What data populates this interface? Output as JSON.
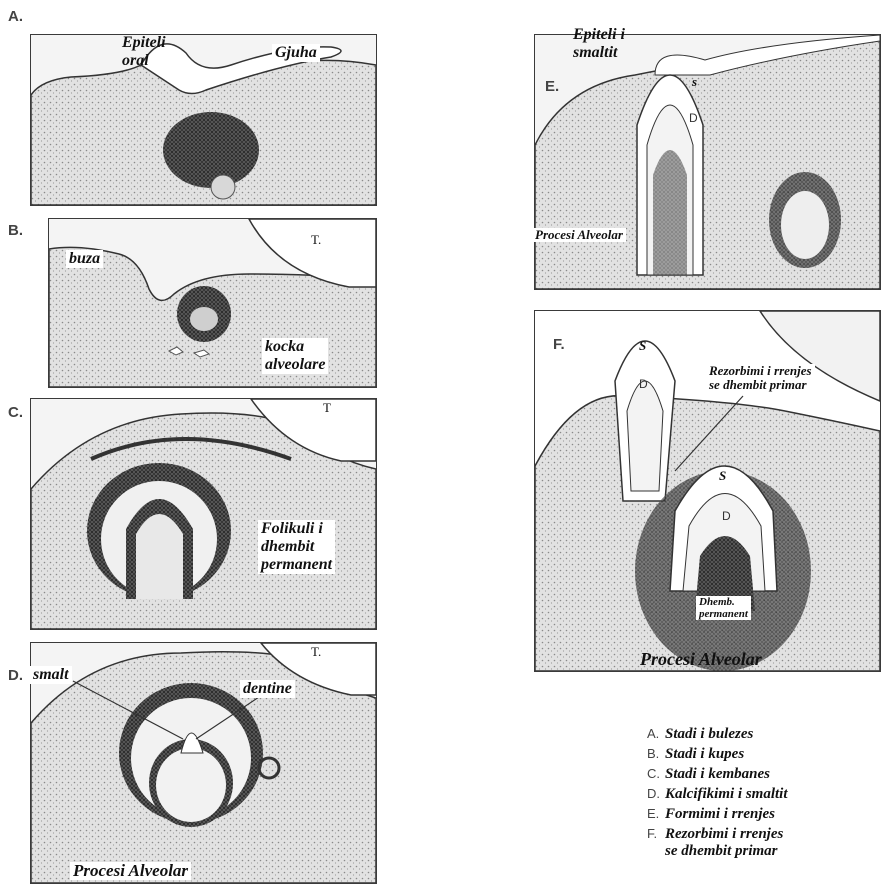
{
  "panels": {
    "a": {
      "letter": "A.",
      "labels": {
        "epiteli_oral": "Epiteli\noral",
        "gjuha": "Gjuha"
      }
    },
    "b": {
      "letter": "B.",
      "labels": {
        "buza": "buza",
        "kocka": "kocka\nalveolare",
        "t": "T."
      }
    },
    "c": {
      "letter": "C.",
      "labels": {
        "folikuli": "Folikuli i\ndhembit\npermanent",
        "t": "T"
      }
    },
    "d": {
      "letter": "D.",
      "labels": {
        "smalt": "smalt",
        "dentine": "dentine",
        "procesi": "Procesi Alveolar",
        "t": "T."
      }
    },
    "e": {
      "letter": "E.",
      "labels": {
        "epiteli_smaltit": "Epiteli i\nsmaltit",
        "s": "s",
        "d": "D",
        "procesi": "Procesi Alveolar"
      }
    },
    "f": {
      "letter": "F.",
      "labels": {
        "s1": "S",
        "d1": "D",
        "s2": "S",
        "d2": "D",
        "rezorbimi": "Rezorbimi i rrenjes\nse dhembit primar",
        "dhemb": "Dhemb.\npermanent",
        "procesi": "Procesi Alveolar"
      }
    }
  },
  "legend": [
    {
      "key": "A.",
      "text": "Stadi i bulezes"
    },
    {
      "key": "B.",
      "text": "Stadi i kupes"
    },
    {
      "key": "C.",
      "text": "Stadi i kembanes"
    },
    {
      "key": "D.",
      "text": "Kalcifikimi i smaltit"
    },
    {
      "key": "E.",
      "text": "Formimi i rrenjes"
    },
    {
      "key": "F.",
      "text": "Rezorbimi i rrenjes\nse dhembit primar"
    }
  ]
}
